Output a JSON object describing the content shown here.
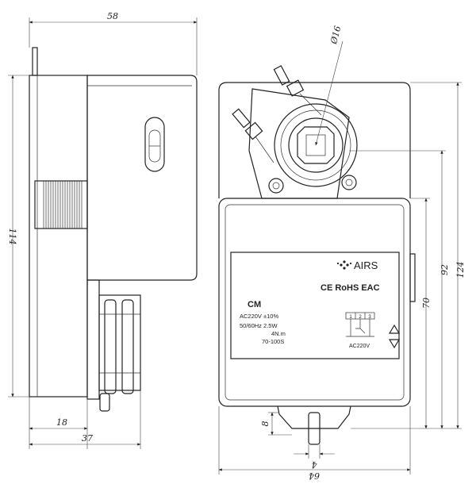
{
  "dimensions": {
    "overall_depth": "58",
    "shaft_diameter": "Ø16",
    "side_height": "114",
    "base_depth": "18",
    "lower_depth": "37",
    "front_total_height": "124",
    "front_mid_height": "92",
    "front_lower_height": "70",
    "tab_height": "8",
    "tab_width": "4",
    "front_width": "64"
  },
  "label": {
    "brand": "AIRS",
    "certifications": "CE RoHS EAC",
    "model": "CM",
    "specs": [
      "AC220V ±10%",
      "50/60Hz 2.5W",
      "4N.m",
      "70-100S"
    ],
    "terminals": [
      "1",
      "2",
      "3"
    ],
    "wiring_voltage": "AC220V"
  },
  "colors": {
    "line": "#222222",
    "background": "#ffffff"
  }
}
